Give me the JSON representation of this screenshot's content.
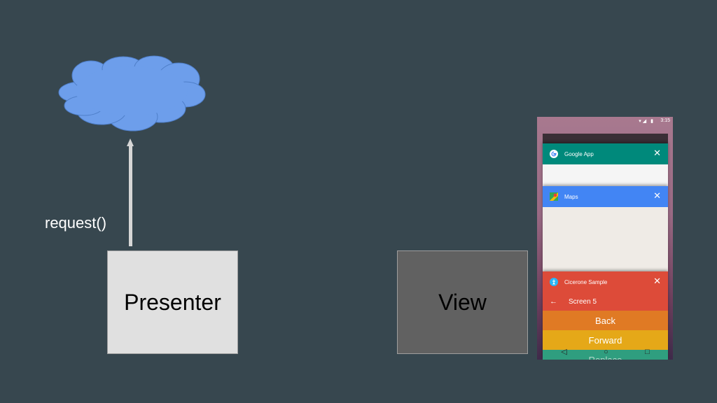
{
  "diagram": {
    "request_label": "request()",
    "presenter_label": "Presenter",
    "view_label": "View"
  },
  "phone": {
    "status_time": "3:15",
    "cards": [
      {
        "title": "Google App",
        "icon": "google-g-icon",
        "color": "#00897b"
      },
      {
        "title": "Maps",
        "icon": "maps-icon",
        "color": "#4285f4"
      },
      {
        "title": "Cicerone Sample",
        "icon": "cicerone-icon",
        "color": "#dd4b39"
      }
    ],
    "sample_screen_title": "Screen 5",
    "buttons": {
      "back": "Back",
      "forward": "Forward",
      "replace": "Replace"
    }
  },
  "colors": {
    "background": "#37474f",
    "cloud": "#6d9eeb",
    "presenter_box": "#e0e0e0",
    "view_box": "#616161"
  }
}
